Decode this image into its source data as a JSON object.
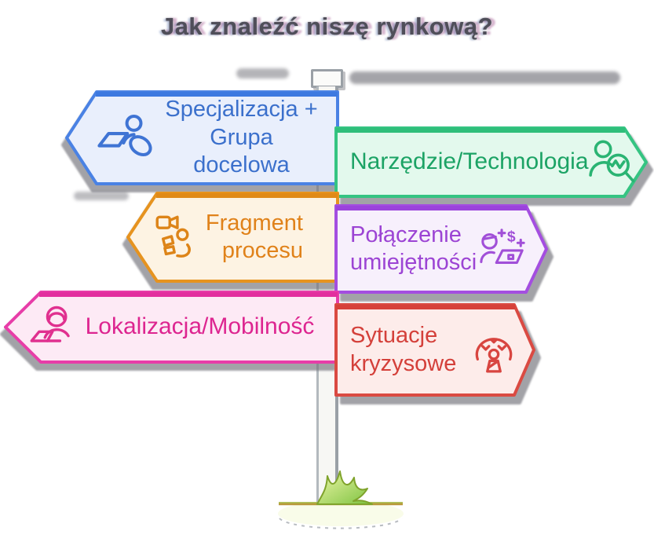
{
  "title": "Jak znaleźć niszę rynkową?",
  "signs": [
    {
      "name": "specialization-target-group",
      "side": "left",
      "line1": "Specjalizacja +",
      "line2": "Grupa docelowa",
      "icon": "person-with-laptop-icon",
      "fill": "#e9effc",
      "border": "#4a82e4",
      "text_color": "#3b70cc"
    },
    {
      "name": "tool-technology",
      "side": "right",
      "line1": "Narzędzie/Technologia",
      "line2": "",
      "icon": "person-with-magnifier-icon",
      "fill": "#e3f9ed",
      "border": "#35c482",
      "text_color": "#1ca365"
    },
    {
      "name": "process-fragment",
      "side": "left",
      "line1": "Fragment",
      "line2": "procesu",
      "icon": "camera-and-person-icon",
      "fill": "#fdf3e3",
      "border": "#e6931f",
      "text_color": "#e0821a"
    },
    {
      "name": "skills-combination",
      "side": "right",
      "line1": "Połączenie",
      "line2": "umiejętności",
      "icon": "person-laptop-dollar-icon",
      "fill": "#f7f0fc",
      "border": "#a44ee0",
      "text_color": "#9c44d4"
    },
    {
      "name": "localization-mobility",
      "side": "left",
      "line1": "Lokalizacja/Mobilność",
      "line2": "",
      "icon": "person-with-laptop-icon",
      "fill": "#fdeaf5",
      "border": "#e73da8",
      "text_color": "#dd2590"
    },
    {
      "name": "crisis-situations",
      "side": "right",
      "line1": "Sytuacje",
      "line2": "kryzysowe",
      "icon": "person-under-storm-icon",
      "fill": "#fdecea",
      "border": "#da4a42",
      "text_color": "#d4403a"
    }
  ],
  "decorations": {
    "pole": "signpost-pole",
    "ground": "grass-mound-icon",
    "title_color": "#4f4e59"
  }
}
